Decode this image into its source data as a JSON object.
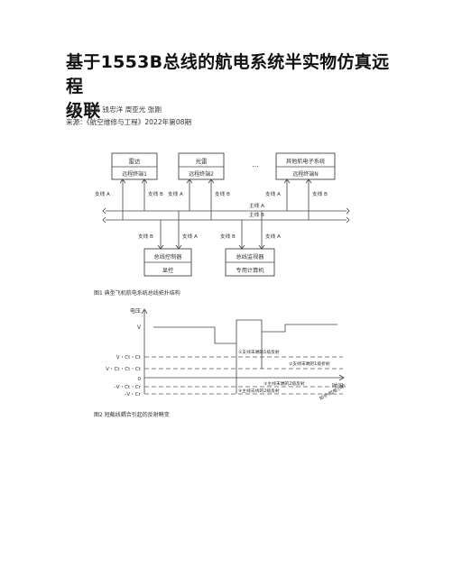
{
  "article": {
    "title_line1": "基于1553B总线的航电系统半实物仿真远程",
    "title_line2": "级联",
    "authors": "作者：惠青 钱忠洋 周亚光 张刚",
    "source": "来源：《航空维修与工程》2022年第08期"
  },
  "figure1": {
    "caption": "图1   典型飞机航电系统总线拓扑结构",
    "terminals": [
      {
        "name": "雷达",
        "sub": "远程终端1"
      },
      {
        "name": "光雷",
        "sub": "远程终端2"
      },
      {
        "name": "其他航电子系统",
        "sub": "远程终端N"
      }
    ],
    "ellipsis": "…",
    "bottom_boxes": [
      {
        "name": "总线控制器",
        "sub": "显控"
      },
      {
        "name": "总线监视器",
        "sub": "专用计算机"
      }
    ],
    "branch_a": "支线 A",
    "branch_b": "支线 B",
    "main_a": "主线 A",
    "main_b": "主线 B"
  },
  "figure2": {
    "caption": "图2   短截线耦合引起的反射畸变",
    "ylabel": "电压",
    "xlabel": "时间",
    "levels": [
      "V",
      "V・Ct・Ct",
      "V・Ct・Ct・Ct",
      "0",
      "–V・Ct・Cr",
      "–V・Cr"
    ],
    "annotations": [
      "①支线末端的1级反射",
      "②支线末端的1级折射",
      "③主线末端的2级反射",
      "④主线去线的2级反射"
    ],
    "watermark": "知乎·航电小明"
  }
}
